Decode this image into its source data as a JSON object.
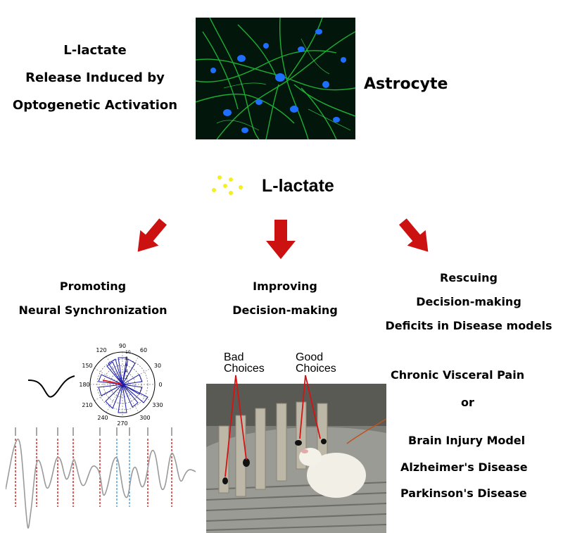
{
  "release_title": [
    "L-lactate",
    "Release Induced by",
    "Optogenetic Activation"
  ],
  "astrocyte_label": "Astrocyte",
  "lactate_label": "L-lactate",
  "colors": {
    "arrow": "#cc1111",
    "dots": "#f5ef20",
    "astro_green": "#1fbf3a",
    "astro_nuclei": "#1e6fff"
  },
  "branches": {
    "left": [
      "Promoting",
      "Neural Synchronization"
    ],
    "middle": [
      "Improving",
      "Decision-making"
    ],
    "right": [
      "Rescuing",
      "Decision-making",
      "Deficits in Disease models"
    ]
  },
  "polar_ticks": [
    "90",
    "60",
    "30",
    "0",
    "330",
    "300",
    "270",
    "240",
    "210",
    "180",
    "150",
    "120"
  ],
  "polar_radial_ticks": [
    "10",
    "8",
    "6",
    "4",
    "2"
  ],
  "choices": {
    "bad": [
      "Bad",
      "Choices"
    ],
    "good": [
      "Good",
      "Choices"
    ]
  },
  "diseases": {
    "pain": "Chronic Visceral Pain",
    "or": "or",
    "list": [
      "Brain Injury Model",
      "Alzheimer's Disease",
      "Parkinson's Disease"
    ]
  }
}
